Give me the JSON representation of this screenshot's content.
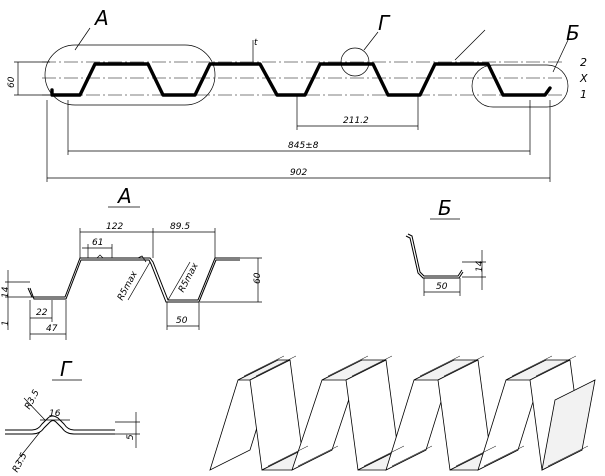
{
  "views": {
    "view_a_tag": "А",
    "view_b_tag": "Б",
    "view_g_tag": "Г",
    "section_a_title": "А",
    "section_b_title": "Б",
    "section_g_title": "Г"
  },
  "main_profile": {
    "height": "60",
    "thickness": "t",
    "pitch": "211.2",
    "working_width": "845±8",
    "full_width": "902",
    "line_2": "2",
    "line_x": "X",
    "line_1": "1"
  },
  "detail_a": {
    "dim_top": "122",
    "dim_top_right": "89.5",
    "dim_inner": "61",
    "dim_lip": "14",
    "dim_left_1": "1",
    "dim_22": "22",
    "dim_47": "47",
    "dim_50": "50",
    "dim_60": "60",
    "radius_1": "R5max",
    "radius_2": "R5max"
  },
  "detail_b": {
    "dim_50": "50",
    "dim_14": "14"
  },
  "detail_g": {
    "radius_top": "R3.5",
    "radius_bottom": "R3.5",
    "dim_16": "16",
    "dim_5": "5"
  }
}
